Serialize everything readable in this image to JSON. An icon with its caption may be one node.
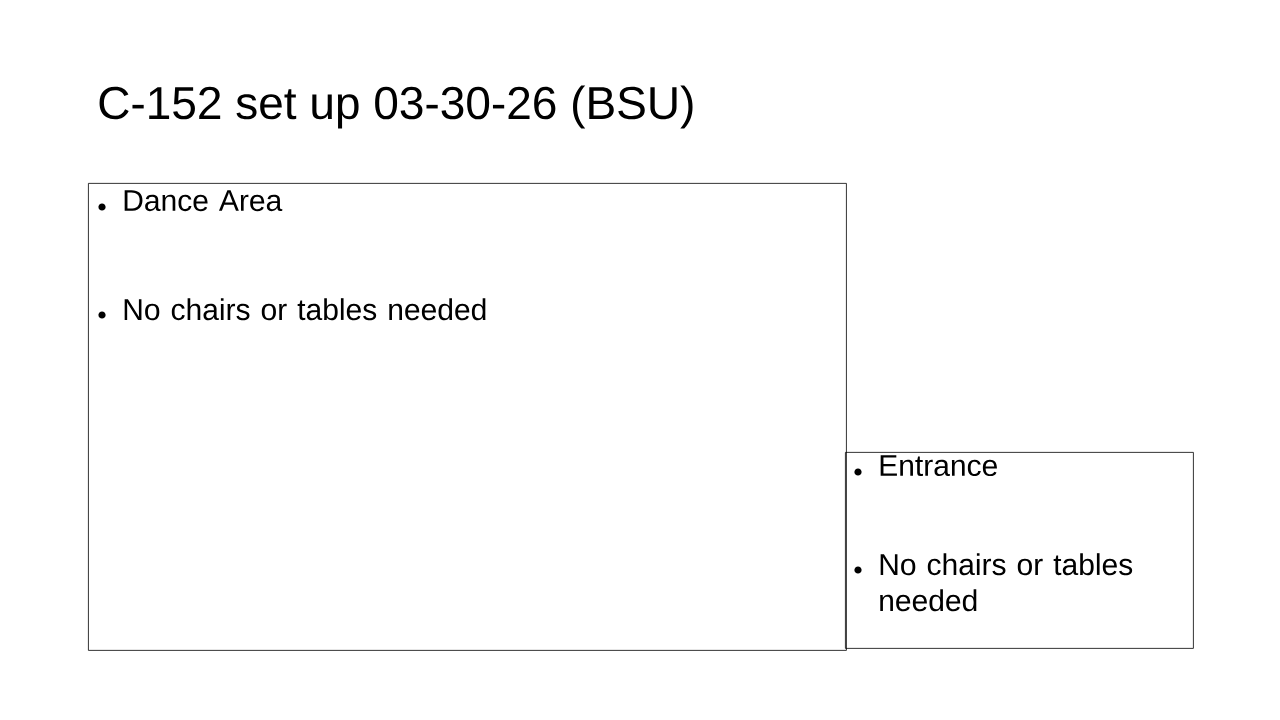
{
  "diagram": {
    "title": "C-152 set up 03-30-26 (BSU)",
    "nodes": [
      {
        "text": [
          "Dance Area",
          "No chairs or tables needed"
        ]
      },
      {
        "text": [
          "Entrance",
          "No chairs or tables needed"
        ]
      }
    ]
  }
}
